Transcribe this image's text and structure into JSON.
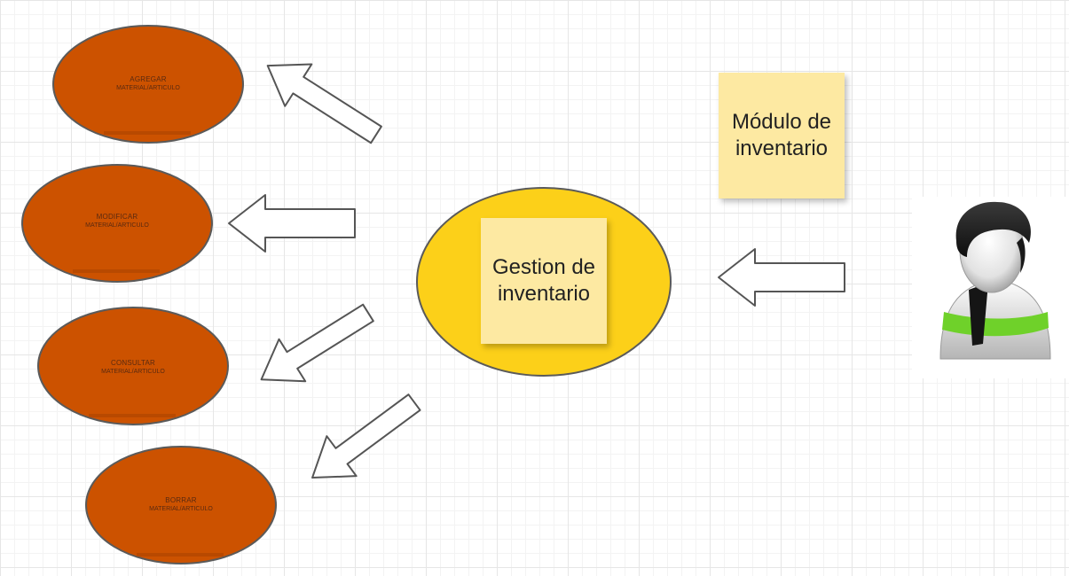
{
  "diagram": {
    "center_node": {
      "line1": "Gestion de",
      "line2": "inventario",
      "color": "#fcd019"
    },
    "title_note": {
      "line1": "Módulo de",
      "line2": "inventario",
      "color": "#fde9a2"
    },
    "actions": [
      {
        "label": "AGREGAR",
        "sublabel": "MATERIAL/ARTICULO"
      },
      {
        "label": "MODIFICAR",
        "sublabel": "MATERIAL/ARTICULO"
      },
      {
        "label": "CONSULTAR",
        "sublabel": "MATERIAL/ARTICULO"
      },
      {
        "label": "BORRAR",
        "sublabel": "MATERIAL/ARTICULO"
      }
    ],
    "action_color": "#cc5200",
    "actor_icon": "user-icon"
  }
}
